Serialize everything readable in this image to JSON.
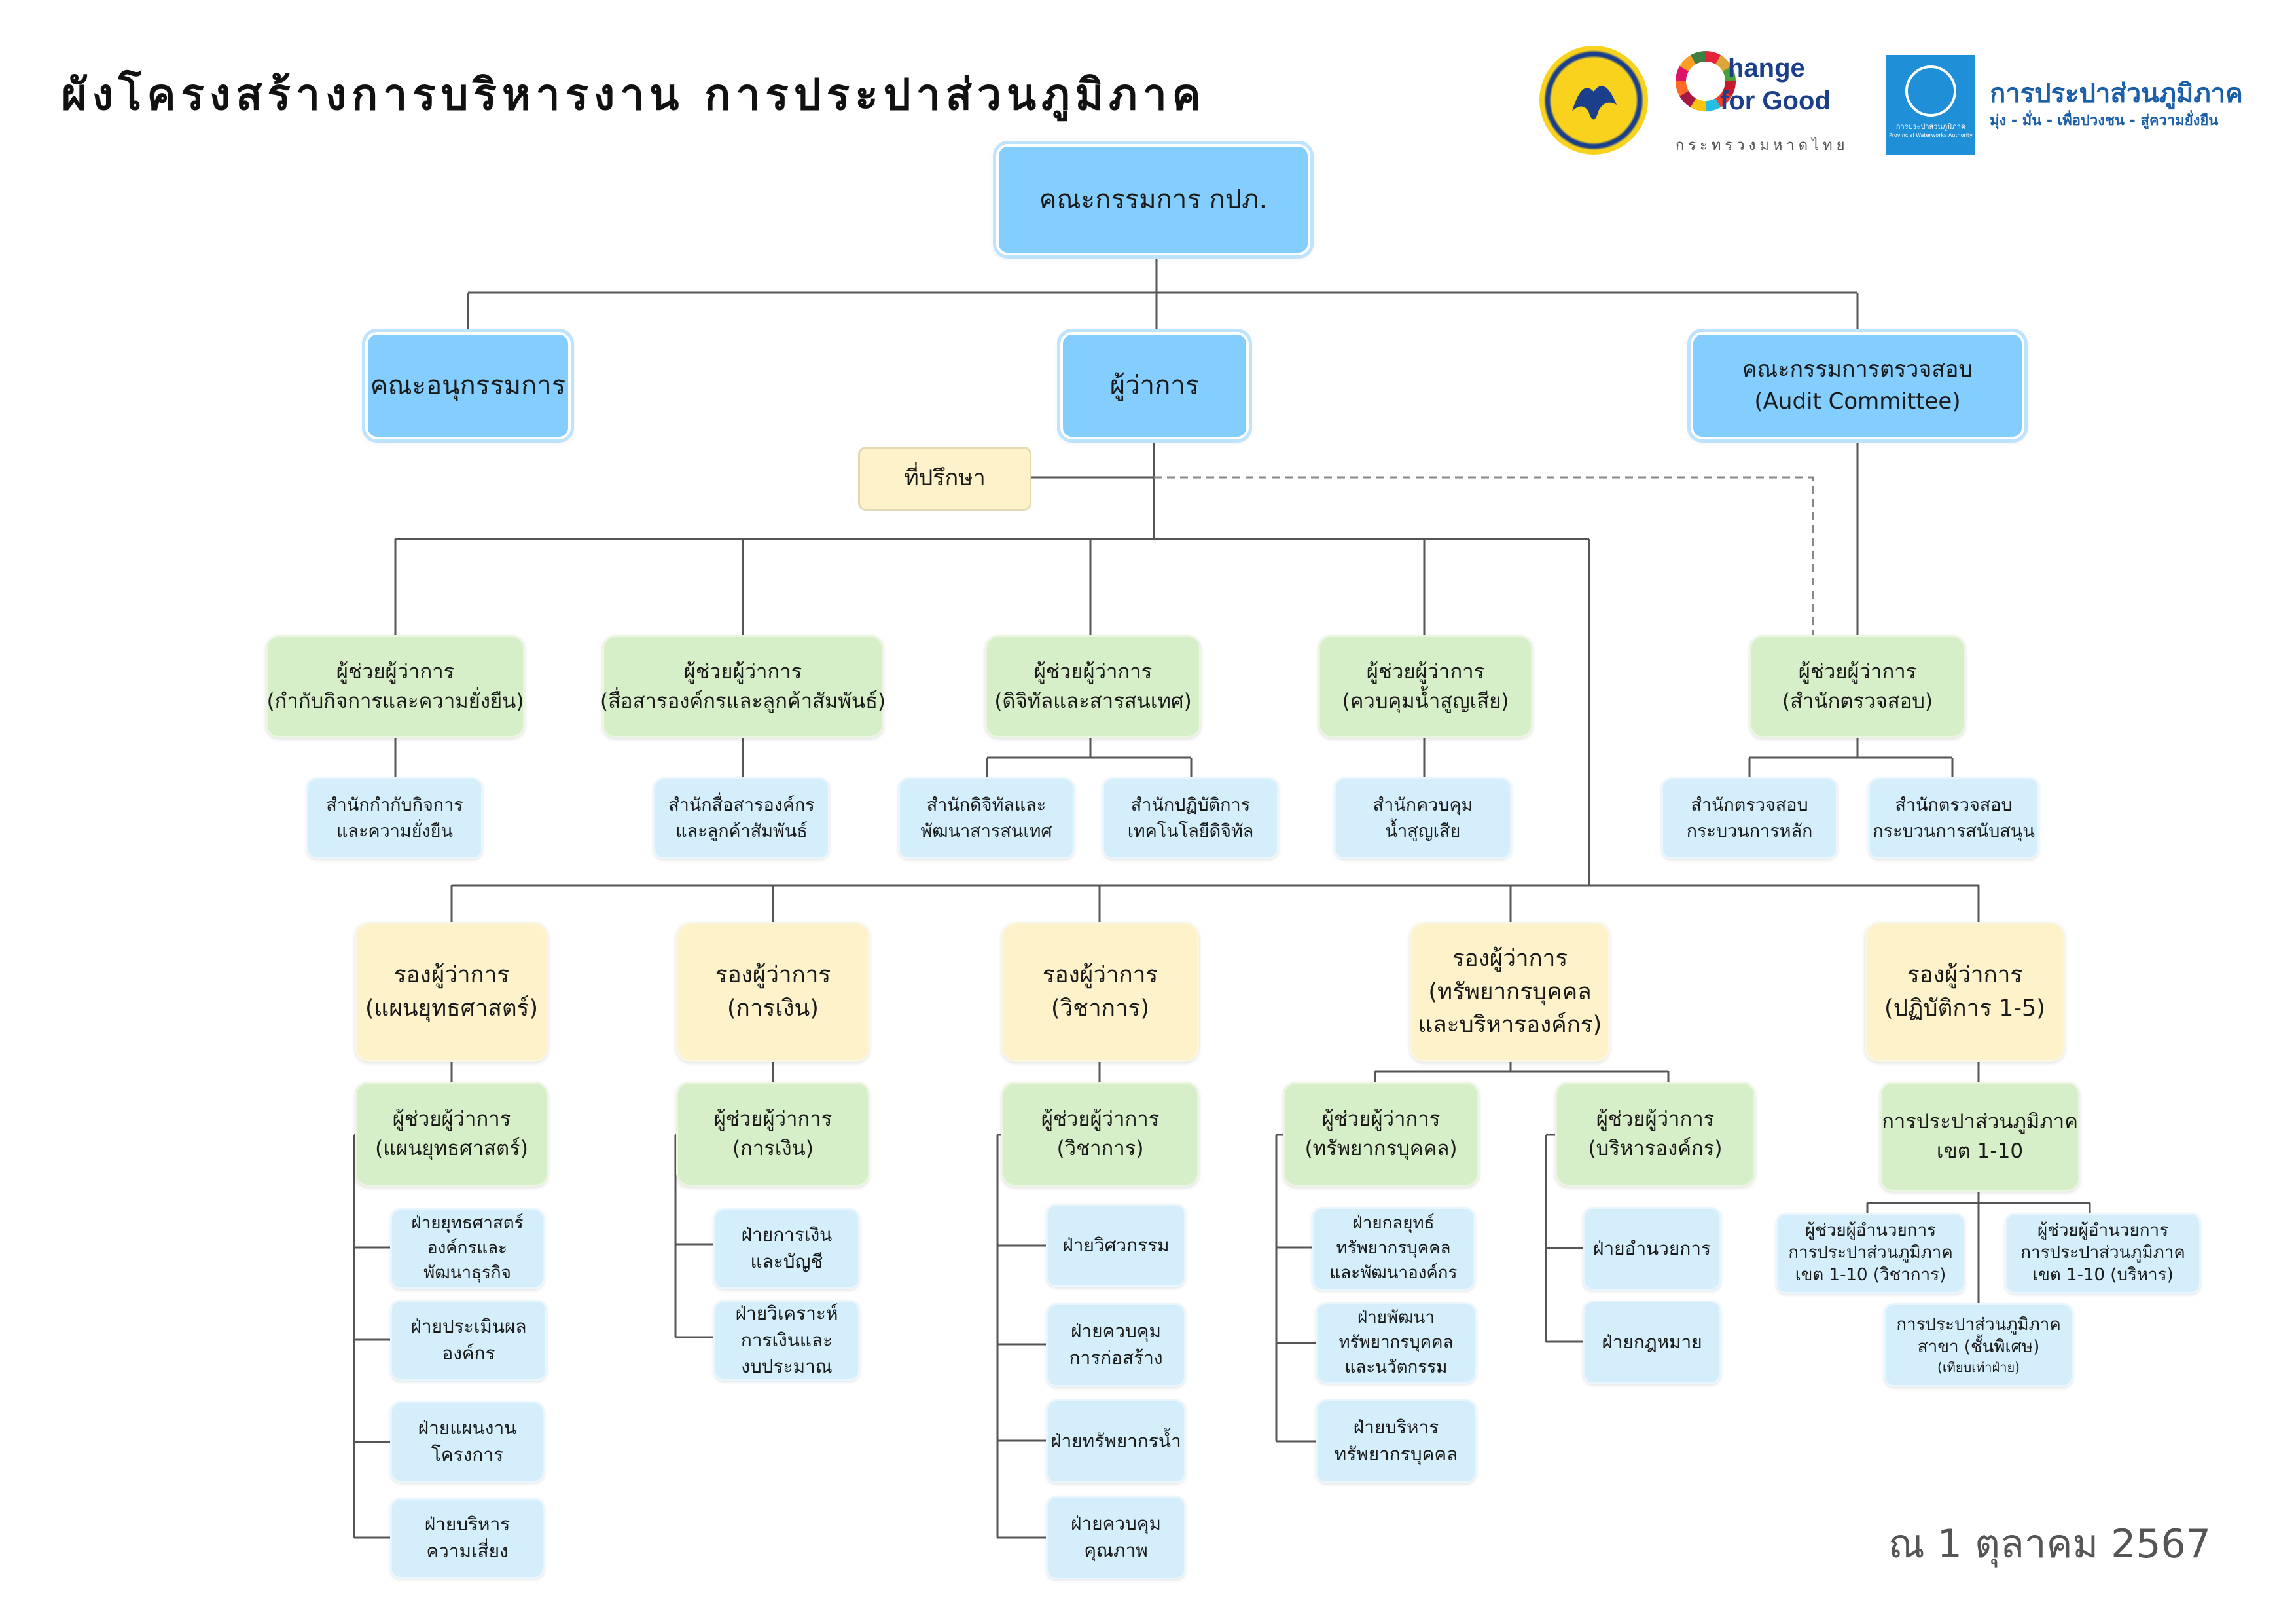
{
  "header": {
    "title": "ผังโครงสร้างการบริหารงาน การประปาส่วนภูมิภาค",
    "logo_seal_icon": "ministry-of-interior-seal-icon",
    "change_for_good": {
      "line1": "hange",
      "line2": "for Good",
      "ministry": "กระทรวงมหาดไทย"
    },
    "pwa_logo": {
      "mark_line1": "การประปาส่วนภูมิภาค",
      "mark_line2": "Provincial Waterworks Authority",
      "name": "การประปาส่วนภูมิภาค",
      "slogan": "มุ่ง - มั่น - เพื่อปวงชน - สู่ความยั่งยืน"
    }
  },
  "board": "คณะกรรมการ กปภ.",
  "subcommittee": "คณะอนุกรรมการ",
  "governor": "ผู้ว่าการ",
  "audit_committee": {
    "line1": "คณะกรรมการตรวจสอบ",
    "line2": "(Audit Committee)"
  },
  "advisor": "ที่ปรึกษา",
  "assistants": [
    {
      "line1": "ผู้ช่วยผู้ว่าการ",
      "line2": "(กำกับกิจการและความยั่งยืน)"
    },
    {
      "line1": "ผู้ช่วยผู้ว่าการ",
      "line2": "(สื่อสารองค์กรและลูกค้าสัมพันธ์)"
    },
    {
      "line1": "ผู้ช่วยผู้ว่าการ",
      "line2": "(ดิจิทัลและสารสนเทศ)"
    },
    {
      "line1": "ผู้ช่วยผู้ว่าการ",
      "line2": "(ควบคุมน้ำสูญเสีย)"
    },
    {
      "line1": "ผู้ช่วยผู้ว่าการ",
      "line2": "(สำนักตรวจสอบ)"
    }
  ],
  "offices": [
    {
      "line1": "สำนักกำกับกิจการ",
      "line2": "และความยั่งยืน"
    },
    {
      "line1": "สำนักสื่อสารองค์กร",
      "line2": "และลูกค้าสัมพันธ์"
    },
    {
      "line1": "สำนักดิจิทัลและ",
      "line2": "พัฒนาสารสนเทศ"
    },
    {
      "line1": "สำนักปฏิบัติการ",
      "line2": "เทคโนโลยีดิจิทัล"
    },
    {
      "line1": "สำนักควบคุม",
      "line2": "น้ำสูญเสีย"
    },
    {
      "line1": "สำนักตรวจสอบ",
      "line2": "กระบวนการหลัก"
    },
    {
      "line1": "สำนักตรวจสอบ",
      "line2": "กระบวนการสนับสนุน"
    }
  ],
  "deputies": [
    {
      "line1": "รองผู้ว่าการ",
      "line2": "(แผนยุทธศาสตร์)"
    },
    {
      "line1": "รองผู้ว่าการ",
      "line2": "(การเงิน)"
    },
    {
      "line1": "รองผู้ว่าการ",
      "line2": "(วิชาการ)"
    },
    {
      "line1": "รองผู้ว่าการ",
      "line2": "(ทรัพยากรบุคคล",
      "line3": "และบริหารองค์กร)"
    },
    {
      "line1": "รองผู้ว่าการ",
      "line2": "(ปฏิบัติการ 1-5)"
    }
  ],
  "deputy_assistants": [
    {
      "line1": "ผู้ช่วยผู้ว่าการ",
      "line2": "(แผนยุทธศาสตร์)"
    },
    {
      "line1": "ผู้ช่วยผู้ว่าการ",
      "line2": "(การเงิน)"
    },
    {
      "line1": "ผู้ช่วยผู้ว่าการ",
      "line2": "(วิชาการ)"
    },
    {
      "line1": "ผู้ช่วยผู้ว่าการ",
      "line2": "(ทรัพยากรบุคคล)"
    },
    {
      "line1": "ผู้ช่วยผู้ว่าการ",
      "line2": "(บริหารองค์กร)"
    },
    {
      "line1": "การประปาส่วนภูมิภาค",
      "line2": "เขต 1-10"
    }
  ],
  "departments": {
    "strategy": [
      {
        "line1": "ฝ่ายยุทธศาสตร์",
        "line2": "องค์กรและ",
        "line3": "พัฒนาธุรกิจ"
      },
      {
        "line1": "ฝ่ายประเมินผล",
        "line2": "องค์กร"
      },
      {
        "line1": "ฝ่ายแผนงาน",
        "line2": "โครงการ"
      },
      {
        "line1": "ฝ่ายบริหาร",
        "line2": "ความเสี่ยง"
      }
    ],
    "finance": [
      {
        "line1": "ฝ่ายการเงิน",
        "line2": "และบัญชี"
      },
      {
        "line1": "ฝ่ายวิเคราะห์",
        "line2": "การเงินและ",
        "line3": "งบประมาณ"
      }
    ],
    "engineering": [
      {
        "line1": "ฝ่ายวิศวกรรม"
      },
      {
        "line1": "ฝ่ายควบคุม",
        "line2": "การก่อสร้าง"
      },
      {
        "line1": "ฝ่ายทรัพยากรน้ำ"
      },
      {
        "line1": "ฝ่ายควบคุม",
        "line2": "คุณภาพ"
      }
    ],
    "hr": [
      {
        "line1": "ฝ่ายกลยุทธ์",
        "line2": "ทรัพยากรบุคคล",
        "line3": "และพัฒนาองค์กร"
      },
      {
        "line1": "ฝ่ายพัฒนา",
        "line2": "ทรัพยากรบุคคล",
        "line3": "และนวัตกรรม"
      },
      {
        "line1": "ฝ่ายบริหาร",
        "line2": "ทรัพยากรบุคคล"
      }
    ],
    "org_admin": [
      {
        "line1": "ฝ่ายอำนวยการ"
      },
      {
        "line1": "ฝ่ายกฎหมาย"
      }
    ],
    "regions": [
      {
        "line1": "ผู้ช่วยผู้อำนวยการ",
        "line2": "การประปาส่วนภูมิภาค",
        "line3": "เขต 1-10 (วิชาการ)"
      },
      {
        "line1": "ผู้ช่วยผู้อำนวยการ",
        "line2": "การประปาส่วนภูมิภาค",
        "line3": "เขต 1-10 (บริหาร)"
      },
      {
        "line1": "การประปาส่วนภูมิภาค",
        "line2": "สาขา (ชั้นพิเศษ)",
        "line3": "(เทียบเท่าฝ่าย)"
      }
    ]
  },
  "as_of_date": "ณ 1 ตุลาคม 2567"
}
